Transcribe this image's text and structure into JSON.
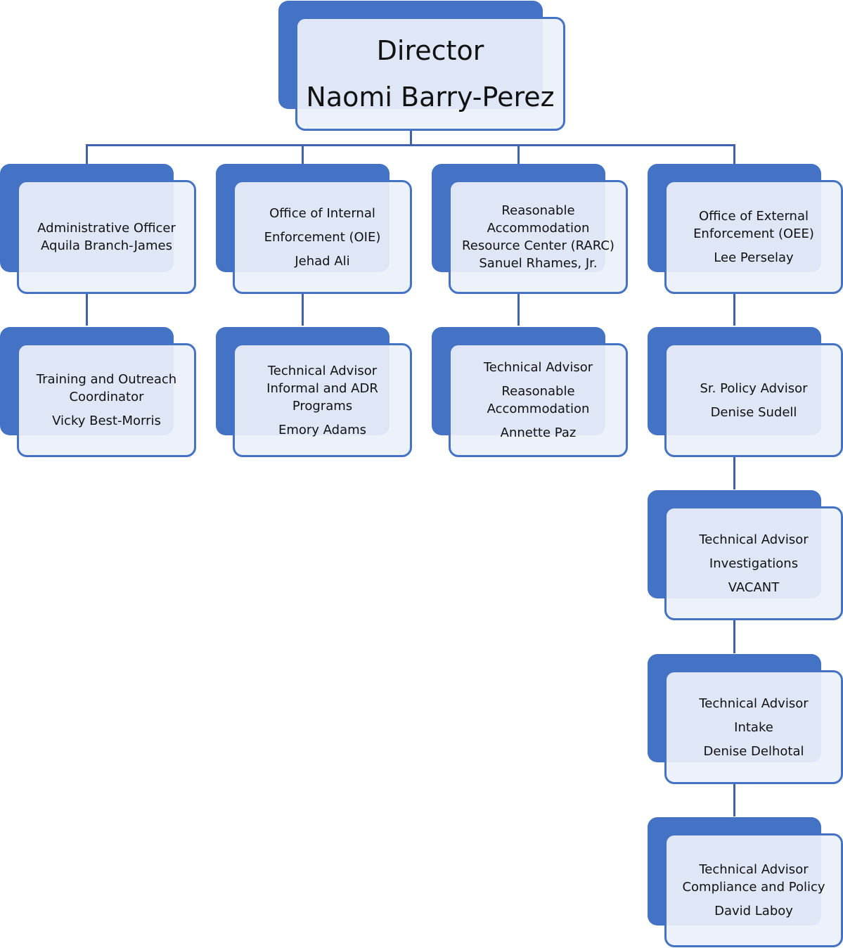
{
  "director": {
    "title": "Director",
    "name": "Naomi Barry-Perez"
  },
  "columns": [
    {
      "head": {
        "lines": [
          "Administrative Officer",
          "Aquila Branch-James"
        ]
      },
      "sub": [
        {
          "lines": [
            "Training and Outreach\nCoordinator",
            "Vicky Best-Morris"
          ]
        }
      ]
    },
    {
      "head": {
        "lines": [
          "Office of Internal",
          "Enforcement (OIE)",
          "Jehad Ali"
        ]
      },
      "sub": [
        {
          "lines": [
            "Technical Advisor\nInformal and ADR\nPrograms",
            "Emory Adams"
          ]
        }
      ]
    },
    {
      "head": {
        "lines": [
          "Reasonable\nAccommodation\nResource Center (RARC)\nSanuel Rhames, Jr."
        ]
      },
      "sub": [
        {
          "lines": [
            "Technical Advisor",
            "Reasonable\nAccommodation",
            "Annette Paz"
          ]
        }
      ]
    },
    {
      "head": {
        "lines": [
          "Office of External\nEnforcement (OEE)",
          "Lee Perselay"
        ]
      },
      "sub": [
        {
          "lines": [
            "Sr. Policy Advisor",
            "Denise Sudell"
          ]
        },
        {
          "lines": [
            "Technical Advisor",
            "Investigations",
            "VACANT"
          ]
        },
        {
          "lines": [
            "Technical Advisor",
            "Intake",
            "Denise Delhotal"
          ]
        },
        {
          "lines": [
            "Technical Advisor\nCompliance and Policy",
            "David Laboy"
          ]
        }
      ]
    }
  ],
  "colors": {
    "accent": "#4472c4",
    "connector": "#3f62a8",
    "box_fill": "#ebf0fa"
  }
}
